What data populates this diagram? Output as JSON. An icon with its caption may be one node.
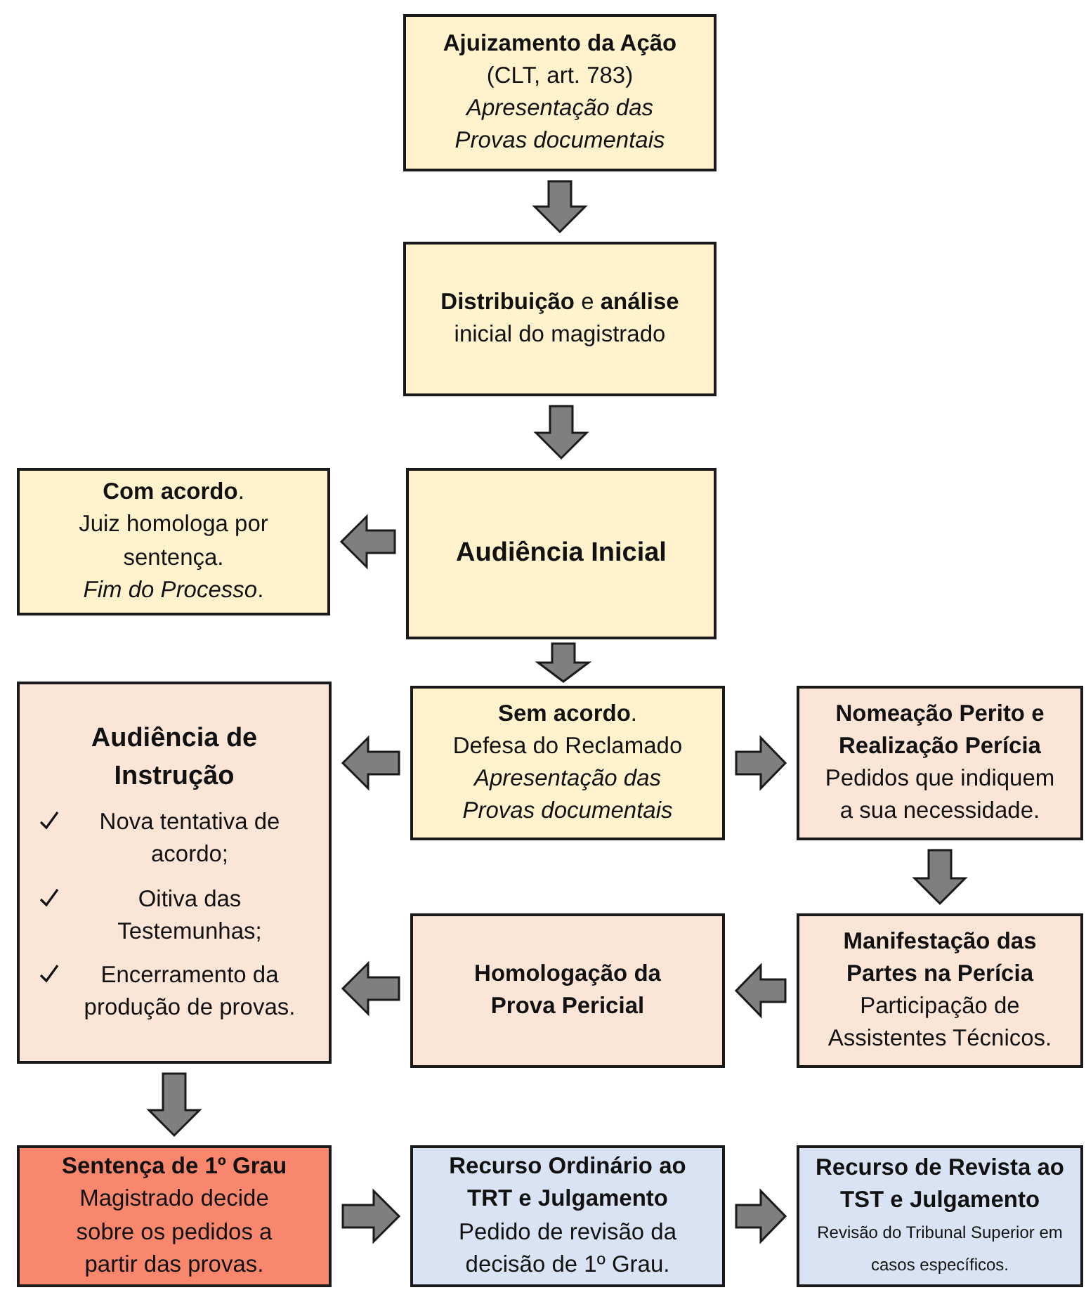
{
  "diagram": {
    "nodes": [
      {
        "text": [
          "Ajuizamento da Ação",
          "(CLT, art. 783)",
          "Apresentação das Provas documentais"
        ]
      },
      {
        "text": [
          "**Distribuição** e **análise** inicial do magistrado"
        ]
      },
      {
        "text": [
          "**Com acordo**.",
          "Juiz homologa por sentença.",
          "*Fim do Processo*."
        ]
      },
      {
        "text": [
          "Audiência Inicial"
        ]
      },
      {
        "text": [
          "Audiência de Instrução",
          "Nova tentativa de acordo;",
          "Oitiva das Testemunhas;",
          "Encerramento da produção de provas."
        ]
      },
      {
        "text": [
          "**Sem acordo**.",
          "Defesa do Reclamado",
          "Apresentação das Provas documentais"
        ]
      },
      {
        "text": [
          "Nomeação Perito e Realização Perícia",
          "Pedidos que indiquem a sua necessidade."
        ]
      },
      {
        "text": [
          "Homologação da Prova Pericial"
        ]
      },
      {
        "text": [
          "Manifestação das Partes na Perícia",
          "Participação de Assistentes Técnicos."
        ]
      },
      {
        "text": [
          "Sentença de 1º Grau",
          "Magistrado decide sobre os pedidos a partir das provas."
        ]
      },
      {
        "text": [
          "Recurso Ordinário ao TRT e Julgamento",
          "Pedido de revisão da decisão de 1º Grau."
        ]
      },
      {
        "text": [
          "Recurso de Revista ao TST e Julgamento",
          "Revisão do Tribunal Superior em casos específicos."
        ]
      }
    ],
    "edges": [
      {
        "from": 0,
        "to": 1,
        "arrow": "to"
      },
      {
        "from": 1,
        "to": 3,
        "arrow": "to"
      },
      {
        "from": 3,
        "to": 2,
        "arrow": "to"
      },
      {
        "from": 3,
        "to": 5,
        "arrow": "to"
      },
      {
        "from": 5,
        "to": 4,
        "arrow": "to"
      },
      {
        "from": 5,
        "to": 6,
        "arrow": "to"
      },
      {
        "from": 6,
        "to": 8,
        "arrow": "to"
      },
      {
        "from": 8,
        "to": 7,
        "arrow": "to"
      },
      {
        "from": 7,
        "to": 4,
        "arrow": "to"
      },
      {
        "from": 4,
        "to": 9,
        "arrow": "to"
      },
      {
        "from": 9,
        "to": 10,
        "arrow": "to"
      },
      {
        "from": 10,
        "to": 11,
        "arrow": "to"
      }
    ]
  }
}
